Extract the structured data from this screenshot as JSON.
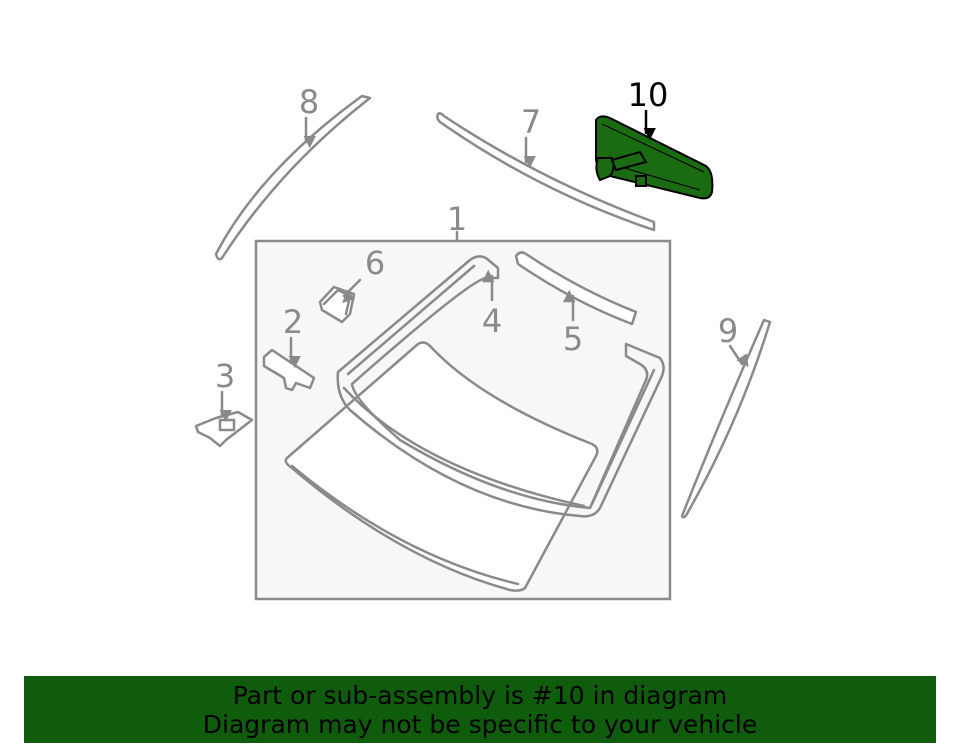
{
  "diagram": {
    "callouts": [
      "1",
      "2",
      "3",
      "4",
      "5",
      "6",
      "7",
      "8",
      "9",
      "10"
    ],
    "highlighted_part": "10",
    "highlight_color": "#1a6b12",
    "part_color": "#8a8a8a",
    "frame_fill": "#f7f7f7"
  },
  "banner": {
    "line1": "Part or sub-assembly is #10 in diagram",
    "line2": "Diagram may not be specific to your vehicle",
    "background": "#0f5c0c"
  }
}
